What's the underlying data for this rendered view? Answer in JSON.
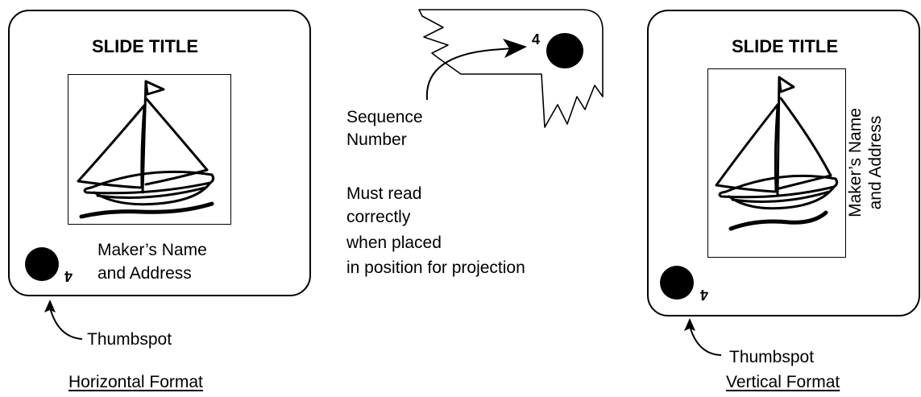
{
  "horizontal": {
    "title": "SLIDE TITLE",
    "maker_line1": "Maker’s Name",
    "maker_line2": "and Address",
    "sequence_number": "4",
    "thumbspot_label": "Thumbspot",
    "format_label": "Horizontal Format"
  },
  "middle": {
    "sequence_number": "4",
    "sequence_label_line1": "Sequence",
    "sequence_label_line2": "Number",
    "note_lines": [
      "Must read",
      "correctly",
      "when placed",
      "in position for projection"
    ]
  },
  "vertical": {
    "title": "SLIDE TITLE",
    "maker_line1": "Maker’s Name",
    "maker_line2": "and Address",
    "sequence_number": "4",
    "thumbspot_label": "Thumbspot",
    "format_label": "Vertical Format"
  },
  "icons": {
    "boat": "sailboat-icon",
    "thumbspot": "filled-circle-icon",
    "arrow": "curved-arrow-icon"
  },
  "colors": {
    "ink": "#000000",
    "background": "#ffffff"
  }
}
